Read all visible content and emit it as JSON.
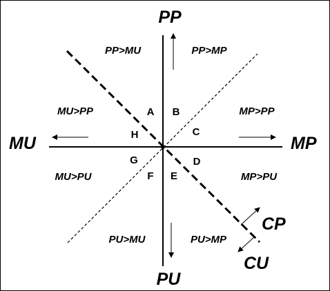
{
  "axes": {
    "top": "PP",
    "bottom": "PU",
    "left": "MU",
    "right": "MP",
    "diagonal_upper": "CP",
    "diagonal_lower": "CU"
  },
  "regions": {
    "top_left": "PP>MU",
    "top_right": "PP>MP",
    "upper_right": "MP>PP",
    "lower_right": "MP>PU",
    "bottom_right": "PU>MP",
    "bottom_left": "PU>MU",
    "lower_left": "MU>PU",
    "upper_left": "MU>PP"
  },
  "sectors": {
    "a": "A",
    "b": "B",
    "c": "C",
    "d": "D",
    "e": "E",
    "f": "F",
    "g": "G",
    "h": "H"
  }
}
